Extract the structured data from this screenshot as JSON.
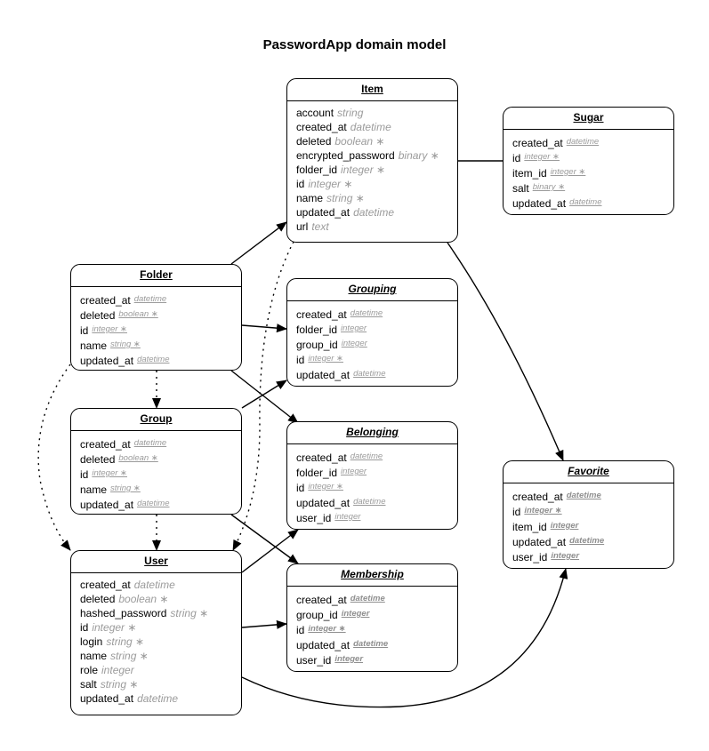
{
  "title": "PasswordApp domain model",
  "entities": [
    {
      "key": "item",
      "name": "Item",
      "abstract": false,
      "type_style": "large",
      "attrs": [
        {
          "name": "account",
          "type": "string"
        },
        {
          "name": "created_at",
          "type": "datetime"
        },
        {
          "name": "deleted",
          "type": "boolean ∗"
        },
        {
          "name": "encrypted_password",
          "type": "binary ∗"
        },
        {
          "name": "folder_id",
          "type": "integer ∗"
        },
        {
          "name": "id",
          "type": "integer ∗"
        },
        {
          "name": "name",
          "type": "string ∗"
        },
        {
          "name": "updated_at",
          "type": "datetime"
        },
        {
          "name": "url",
          "type": "text"
        }
      ]
    },
    {
      "key": "sugar",
      "name": "Sugar",
      "abstract": false,
      "type_style": "small",
      "attrs": [
        {
          "name": "created_at",
          "type": "datetime"
        },
        {
          "name": "id",
          "type": "integer ∗"
        },
        {
          "name": "item_id",
          "type": "integer ∗"
        },
        {
          "name": "salt",
          "type": "binary ∗"
        },
        {
          "name": "updated_at",
          "type": "datetime"
        }
      ]
    },
    {
      "key": "folder",
      "name": "Folder",
      "abstract": false,
      "type_style": "small",
      "attrs": [
        {
          "name": "created_at",
          "type": "datetime"
        },
        {
          "name": "deleted",
          "type": "boolean ∗"
        },
        {
          "name": "id",
          "type": "integer ∗"
        },
        {
          "name": "name",
          "type": "string ∗"
        },
        {
          "name": "updated_at",
          "type": "datetime"
        }
      ]
    },
    {
      "key": "grouping",
      "name": "Grouping",
      "abstract": true,
      "type_style": "small",
      "attrs": [
        {
          "name": "created_at",
          "type": "datetime"
        },
        {
          "name": "folder_id",
          "type": "integer"
        },
        {
          "name": "group_id",
          "type": "integer"
        },
        {
          "name": "id",
          "type": "integer ∗"
        },
        {
          "name": "updated_at",
          "type": "datetime"
        }
      ]
    },
    {
      "key": "group",
      "name": "Group",
      "abstract": false,
      "type_style": "small",
      "attrs": [
        {
          "name": "created_at",
          "type": "datetime"
        },
        {
          "name": "deleted",
          "type": "boolean ∗"
        },
        {
          "name": "id",
          "type": "integer ∗"
        },
        {
          "name": "name",
          "type": "string ∗"
        },
        {
          "name": "updated_at",
          "type": "datetime"
        }
      ]
    },
    {
      "key": "belonging",
      "name": "Belonging",
      "abstract": true,
      "type_style": "small",
      "attrs": [
        {
          "name": "created_at",
          "type": "datetime"
        },
        {
          "name": "folder_id",
          "type": "integer"
        },
        {
          "name": "id",
          "type": "integer ∗"
        },
        {
          "name": "updated_at",
          "type": "datetime"
        },
        {
          "name": "user_id",
          "type": "integer"
        }
      ]
    },
    {
      "key": "favorite",
      "name": "Favorite",
      "abstract": true,
      "type_style": "bold",
      "attrs": [
        {
          "name": "created_at",
          "type": "datetime"
        },
        {
          "name": "id",
          "type": "integer ∗"
        },
        {
          "name": "item_id",
          "type": "integer"
        },
        {
          "name": "updated_at",
          "type": "datetime"
        },
        {
          "name": "user_id",
          "type": "integer"
        }
      ]
    },
    {
      "key": "user",
      "name": "User",
      "abstract": false,
      "type_style": "large",
      "attrs": [
        {
          "name": "created_at",
          "type": "datetime"
        },
        {
          "name": "deleted",
          "type": "boolean ∗"
        },
        {
          "name": "hashed_password",
          "type": "string ∗"
        },
        {
          "name": "id",
          "type": "integer ∗"
        },
        {
          "name": "login",
          "type": "string ∗"
        },
        {
          "name": "name",
          "type": "string ∗"
        },
        {
          "name": "role",
          "type": "integer"
        },
        {
          "name": "salt",
          "type": "string ∗"
        },
        {
          "name": "updated_at",
          "type": "datetime"
        }
      ]
    },
    {
      "key": "membership",
      "name": "Membership",
      "abstract": true,
      "type_style": "bold",
      "attrs": [
        {
          "name": "created_at",
          "type": "datetime"
        },
        {
          "name": "group_id",
          "type": "integer"
        },
        {
          "name": "id",
          "type": "integer ∗"
        },
        {
          "name": "updated_at",
          "type": "datetime"
        },
        {
          "name": "user_id",
          "type": "integer"
        }
      ]
    }
  ],
  "relationships": [
    {
      "from": "Folder",
      "to": "Item",
      "style": "solid"
    },
    {
      "from": "Item",
      "to": "Sugar",
      "style": "solid-plain"
    },
    {
      "from": "Item",
      "to": "Favorite",
      "style": "solid"
    },
    {
      "from": "Item",
      "to": "User",
      "style": "dotted"
    },
    {
      "from": "Folder",
      "to": "Grouping",
      "style": "solid"
    },
    {
      "from": "Folder",
      "to": "Belonging",
      "style": "solid"
    },
    {
      "from": "Folder",
      "to": "Group",
      "style": "dotted"
    },
    {
      "from": "Folder",
      "to": "User",
      "style": "dotted"
    },
    {
      "from": "Group",
      "to": "Grouping",
      "style": "solid"
    },
    {
      "from": "Group",
      "to": "Membership",
      "style": "solid"
    },
    {
      "from": "Group",
      "to": "User",
      "style": "dotted"
    },
    {
      "from": "User",
      "to": "Belonging",
      "style": "solid"
    },
    {
      "from": "User",
      "to": "Membership",
      "style": "solid"
    },
    {
      "from": "User",
      "to": "Favorite",
      "style": "solid"
    }
  ]
}
